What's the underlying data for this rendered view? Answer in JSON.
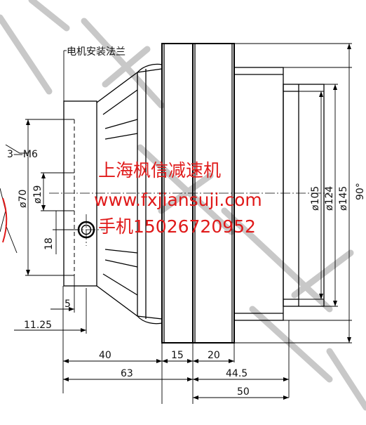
{
  "callouts": {
    "flange": "电机安装法兰",
    "thread": "3—M6"
  },
  "dimensions": {
    "d70": "ø70",
    "d19": "ø19",
    "h18": "18",
    "w5": "5",
    "w11_25": "11.25",
    "w40": "40",
    "w15": "15",
    "w20": "20",
    "w63": "63",
    "w44_5": "44.5",
    "w50": "50",
    "d105": "ø105",
    "d124": "ø124",
    "d145": "ø145",
    "angle": "90°"
  },
  "watermark": {
    "company": "上海枫信减速机",
    "website": "www.fxjiansuji.com",
    "phone": "手机15026720952",
    "color": "#e01a1a"
  }
}
